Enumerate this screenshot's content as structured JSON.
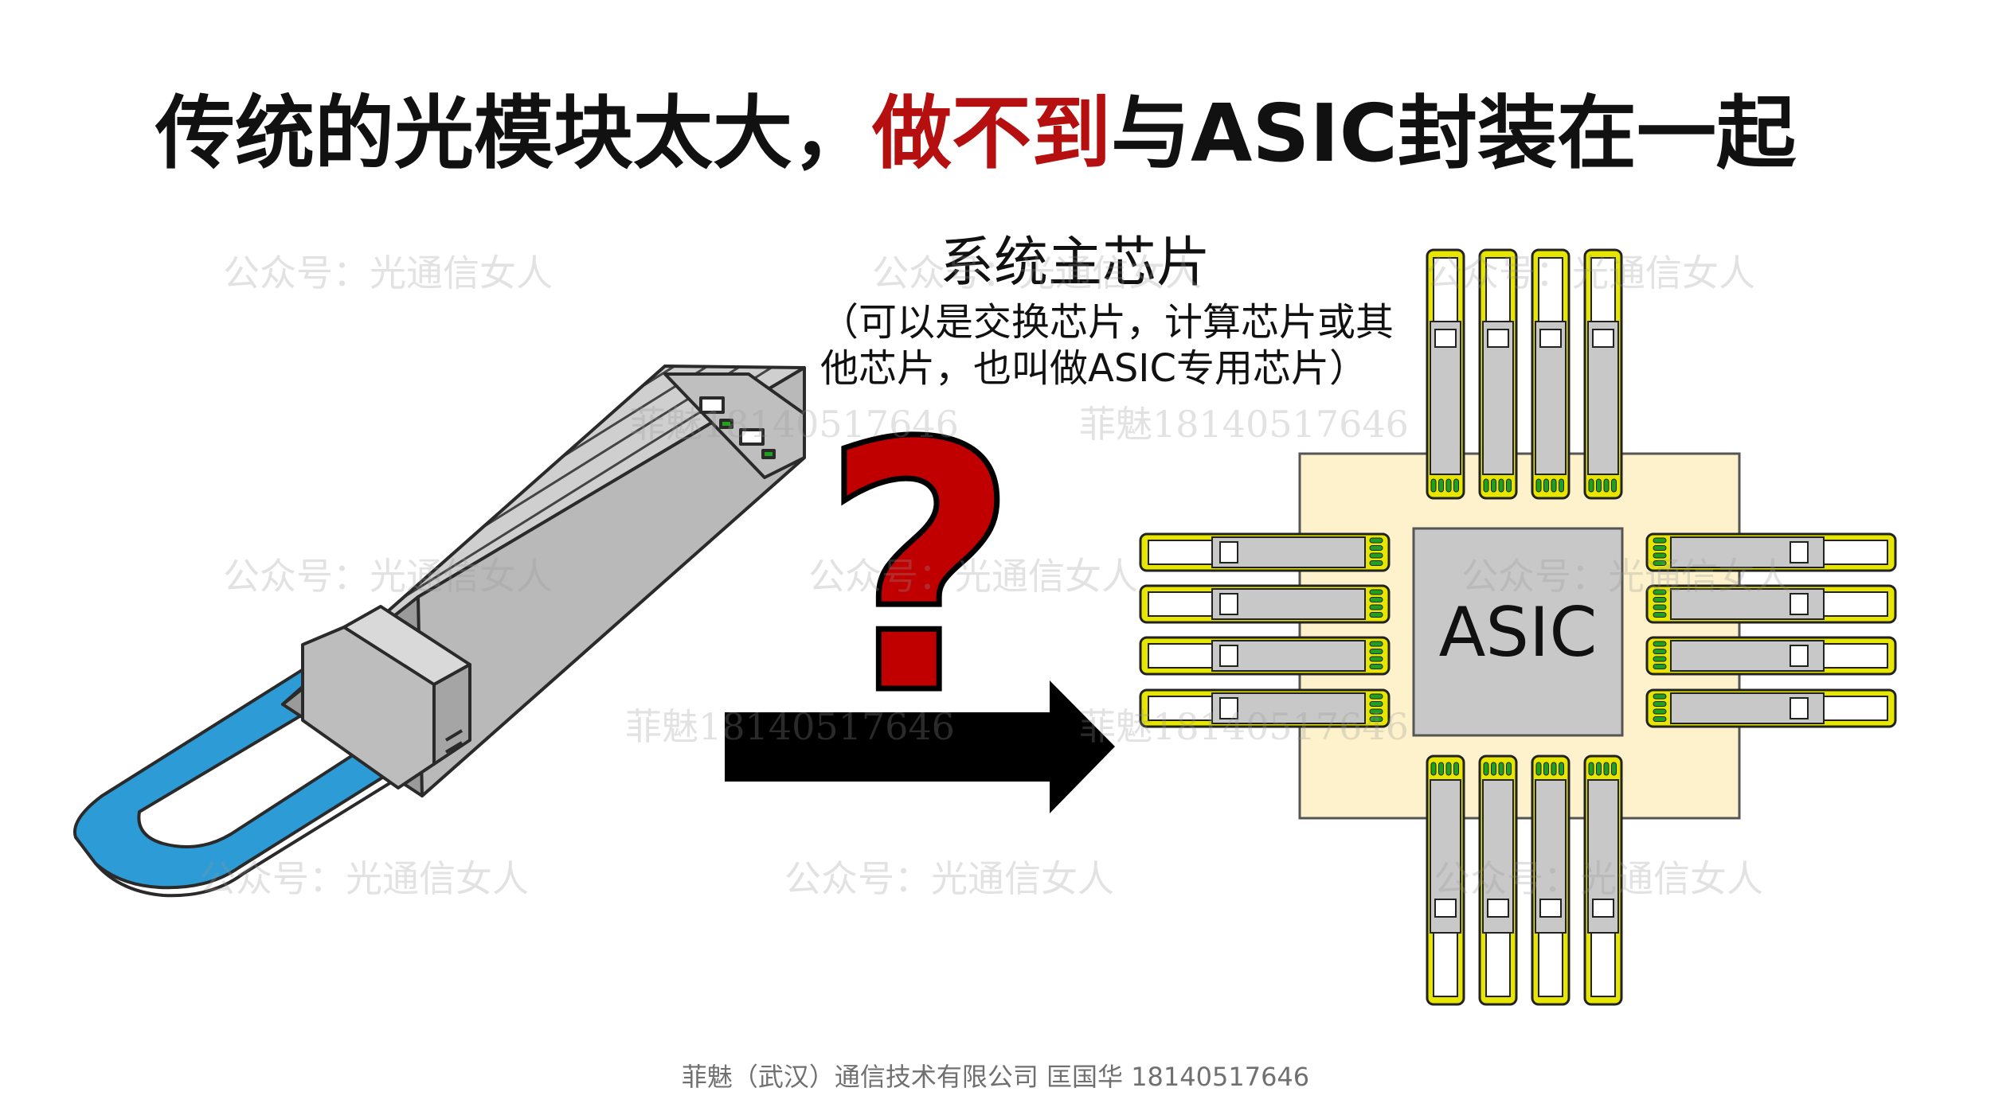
{
  "slide": {
    "title_part1": "传统的光模块太大，",
    "title_highlight": "做不到",
    "title_part2": "与ASIC封装在一起",
    "chip_title": "系统主芯片",
    "chip_note": "（可以是交换芯片，计算芯片或其他芯片，也叫做ASIC专用芯片）",
    "asic_label": "ASIC",
    "question_mark": "?",
    "footer": "菲魅（武汉）通信技术有限公司  匡国华  18140517646",
    "watermarks": [
      "公众号：光通信女人",
      "菲魅18140517646"
    ]
  },
  "colors": {
    "title_highlight": "#b50f10",
    "module_body": "#cfcfcf",
    "pull_tab": "#2d9bd6",
    "question_mark": "#c00000",
    "arrow": "#000000",
    "substrate": "#fdf2cb",
    "asic_die": "#c8c8c8",
    "module_frame": "#e6e600",
    "contacts": "#1fa01f"
  }
}
